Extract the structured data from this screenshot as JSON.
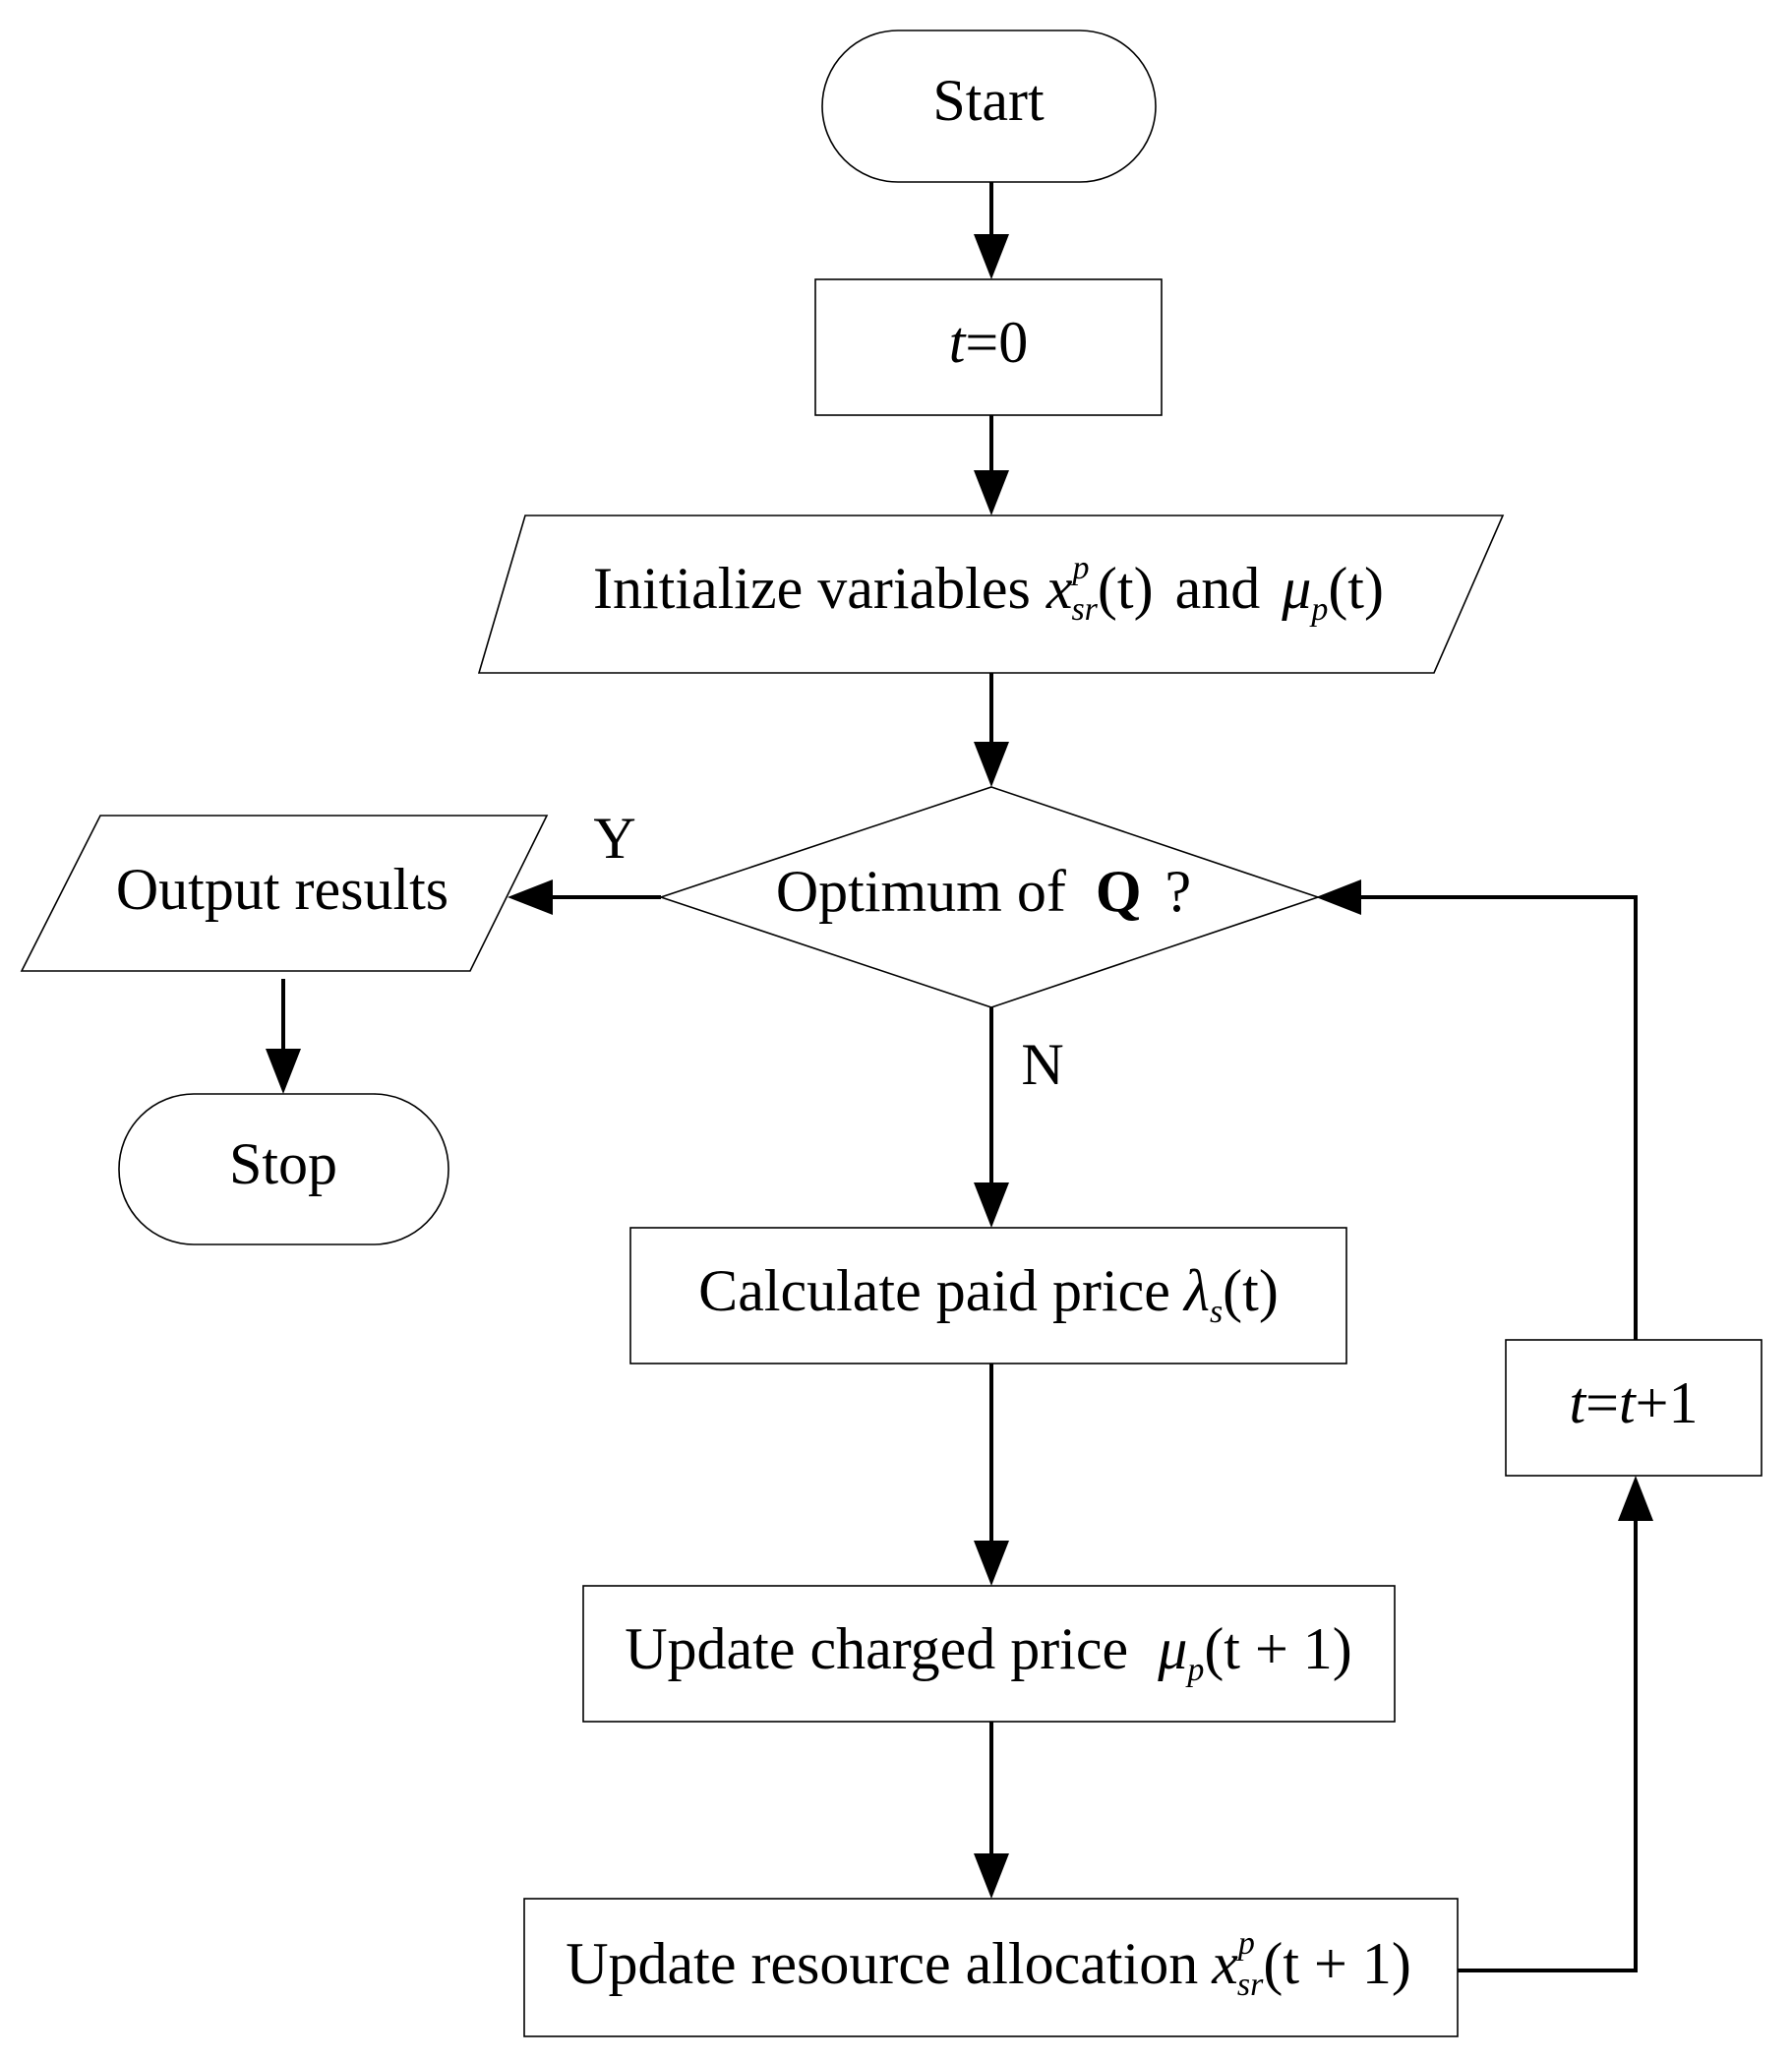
{
  "nodes": {
    "start": {
      "label": "Start"
    },
    "init_t": {
      "var": "t",
      "rest": "=0"
    },
    "init_vars": {
      "text": "Initialize variables",
      "x": "x",
      "x_sup": "p",
      "x_sub": "sr",
      "x_arg": "(t)",
      "and": "and",
      "mu": "μ",
      "mu_sub": "p",
      "mu_arg": "(t)"
    },
    "decision": {
      "text": "Optimum of",
      "symbol": "Q",
      "suffix": "?"
    },
    "output": {
      "label": "Output results"
    },
    "stop": {
      "label": "Stop"
    },
    "calc_price": {
      "text": "Calculate paid price",
      "lambda": "λ",
      "lambda_sub": "s",
      "lambda_arg": "(t)"
    },
    "update_charged": {
      "text": "Update charged price",
      "mu": "μ",
      "mu_sub": "p",
      "mu_arg": "(t + 1)"
    },
    "update_alloc": {
      "text": "Update resource allocation",
      "x": "x",
      "x_sup": "p",
      "x_sub": "sr",
      "x_arg": "(t + 1)"
    },
    "increment": {
      "var1": "t",
      "eq": "=",
      "var2": "t",
      "rest": "+1"
    }
  },
  "edge_labels": {
    "yes": "Y",
    "no": "N"
  }
}
